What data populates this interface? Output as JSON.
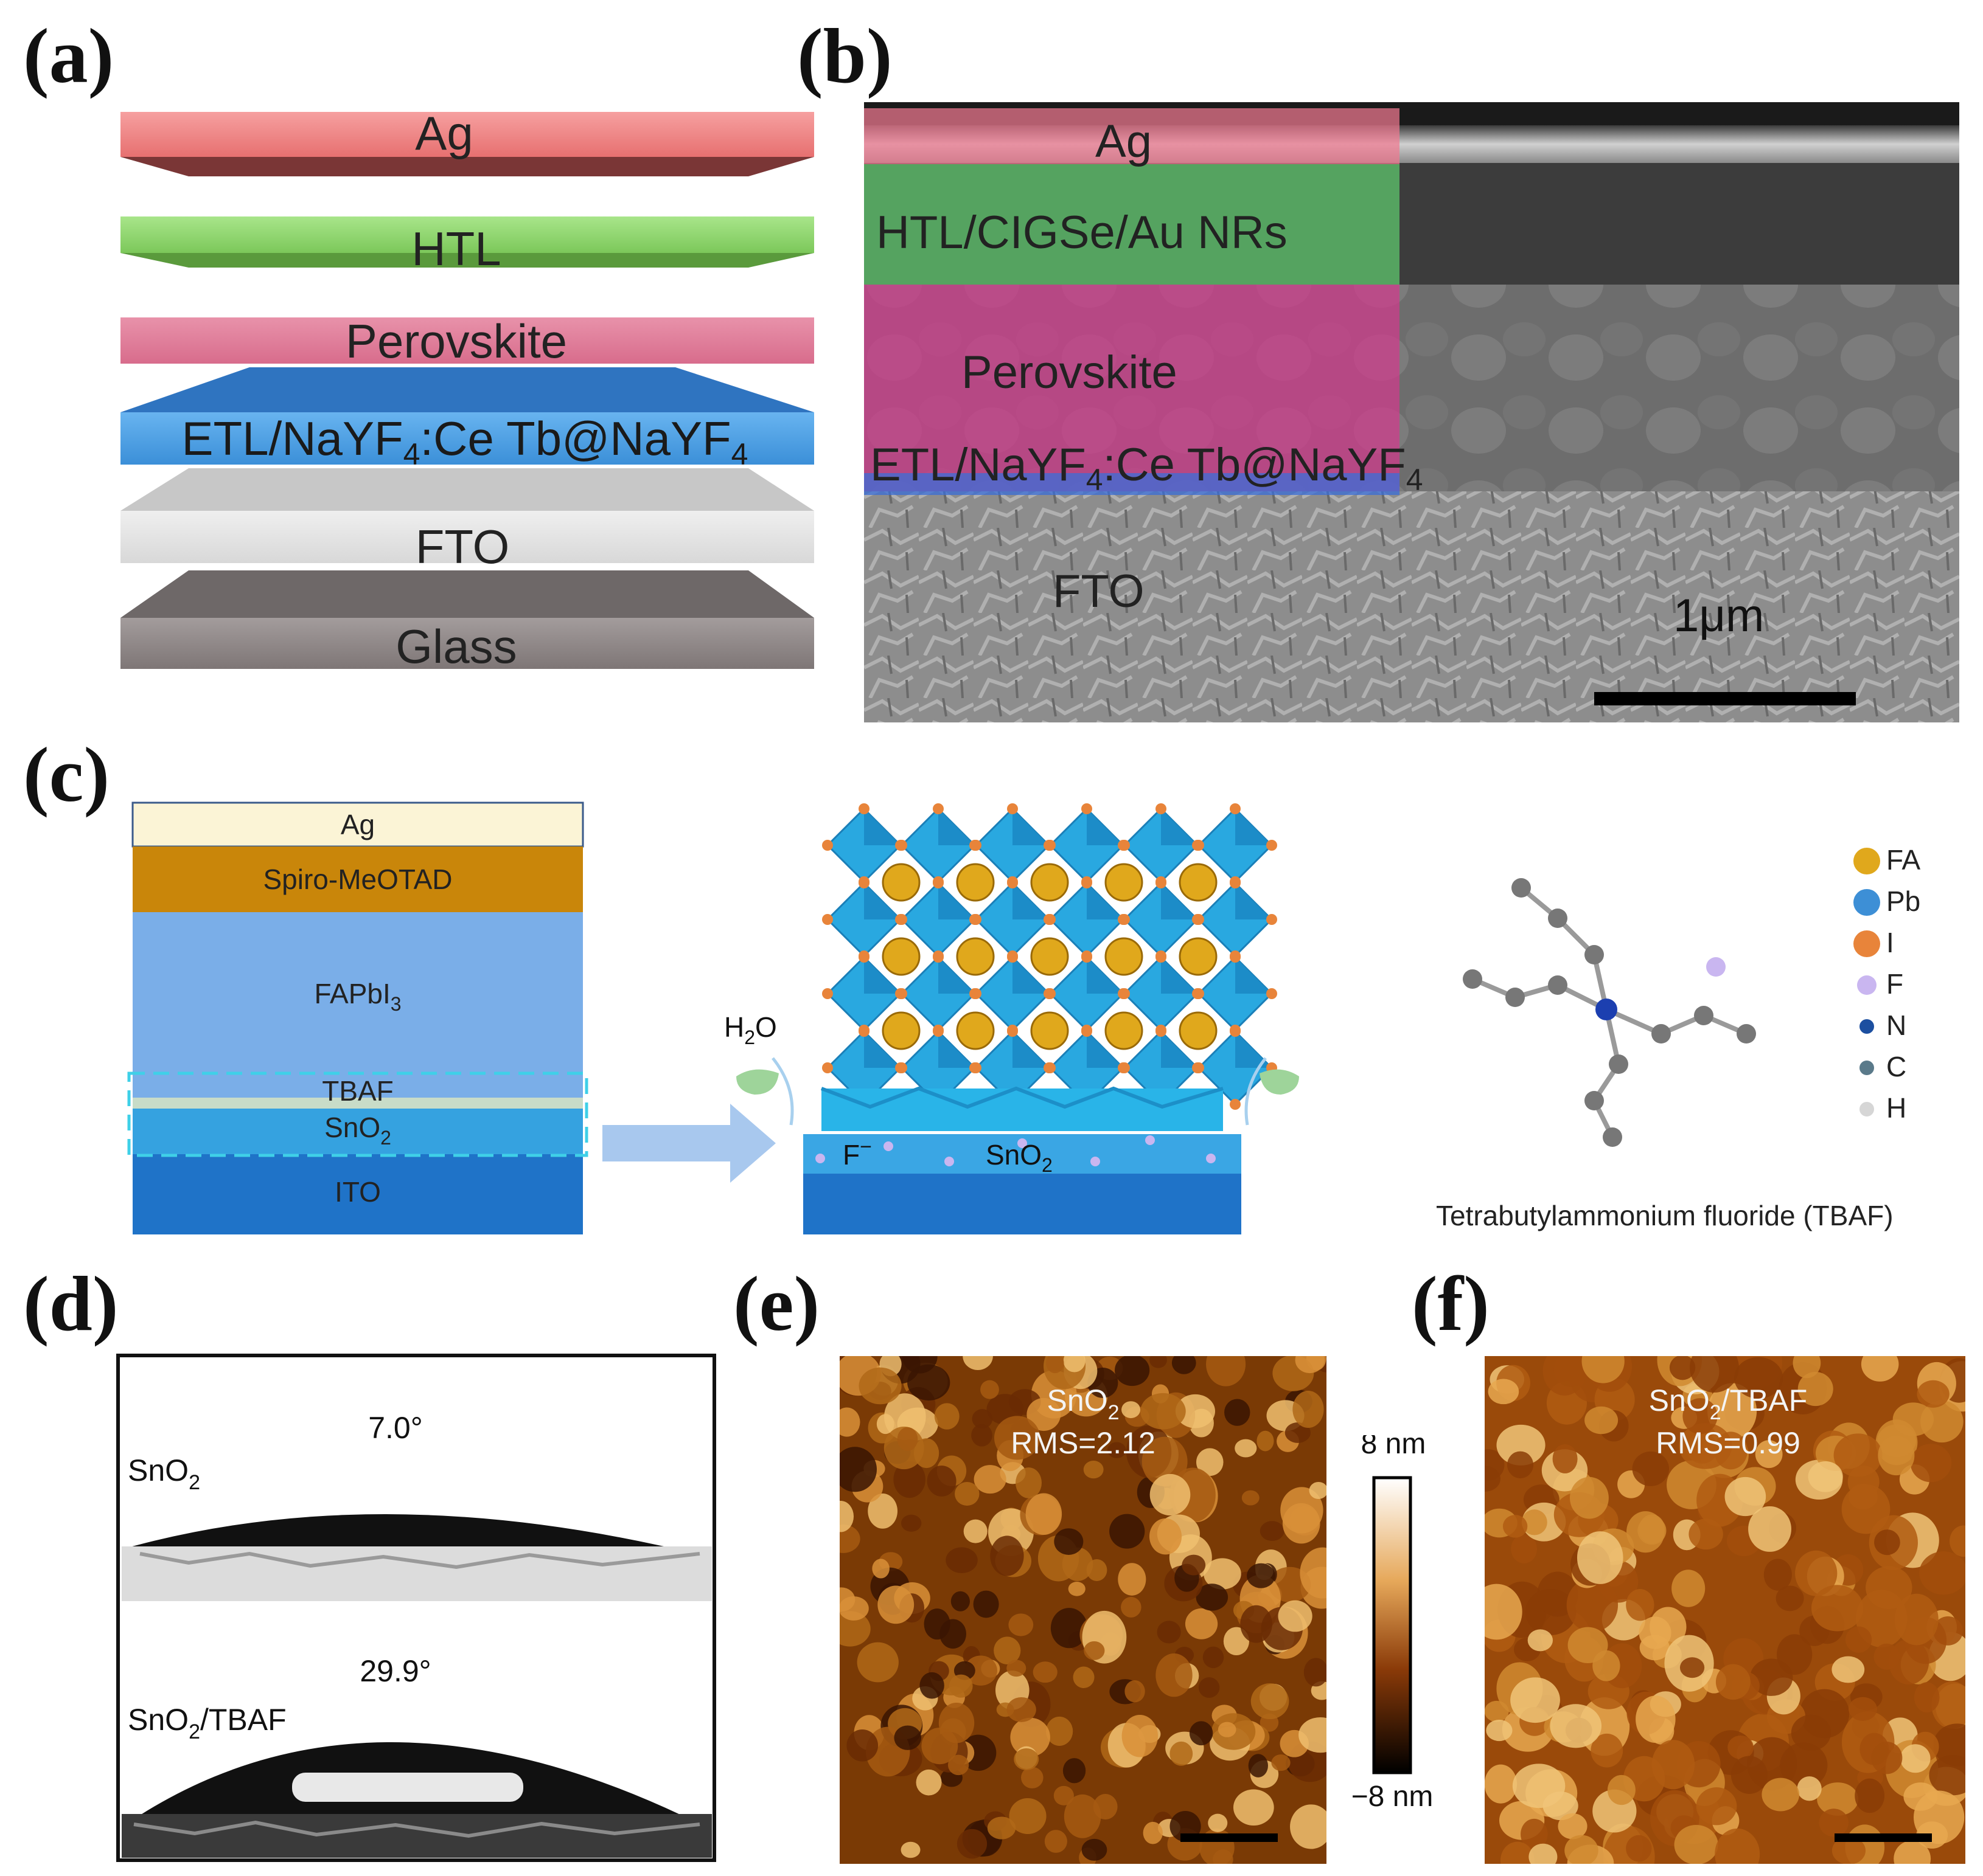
{
  "panels": {
    "a": {
      "label": "(a)",
      "layers": {
        "ag": "Ag",
        "htl": "HTL",
        "perovskite": "Perovskite",
        "etl": "ETL/NaYF",
        "etl_sub1": "4",
        "etl_mid": ":Ce Tb@NaYF",
        "etl_sub2": "4",
        "fto": "FTO",
        "glass": "Glass"
      },
      "colors": {
        "ag": "#f08080",
        "htl": "#8ed26a",
        "perovskite": "#e07a9a",
        "etl": "#4a9be0",
        "fto": "#d6d6d6",
        "glass": "#8c8484"
      }
    },
    "b": {
      "label": "(b)",
      "layers": {
        "ag": "Ag",
        "htl": "HTL/CIGSe/Au NRs",
        "perovskite": "Perovskite",
        "etl": "ETL/NaYF",
        "etl_sub1": "4",
        "etl_mid": ":Ce Tb@NaYF",
        "etl_sub2": "4",
        "fto": "FTO"
      },
      "scale_bar": "1μm"
    },
    "c": {
      "label": "(c)",
      "stack": {
        "ag": "Ag",
        "spiro": "Spiro-MeOTAD",
        "fapbi": "FAPbI",
        "fapbi_sub": "3",
        "tbaf": "TBAF",
        "sno": "SnO",
        "sno_sub": "2",
        "ito": "ITO"
      },
      "interface": {
        "h2o": "H",
        "h2o_sub": "2",
        "h2o_end": "O",
        "f_ion": "F",
        "f_sup": "−",
        "sno": "SnO",
        "sno_sub": "2"
      },
      "legend": [
        {
          "key": "FA",
          "color": "#e0a81c"
        },
        {
          "key": "Pb",
          "color": "#3d8fd6"
        },
        {
          "key": "I",
          "color": "#e8843a"
        },
        {
          "key": "F",
          "color": "#c9b6f0"
        },
        {
          "key": "N",
          "color": "#1c4fa0"
        },
        {
          "key": "C",
          "color": "#5a7a8a"
        },
        {
          "key": "H",
          "color": "#d6d6d6"
        }
      ],
      "molecule_caption": "Tetrabutylammonium fluoride (TBAF)"
    },
    "d": {
      "label": "(d)",
      "top": {
        "angle": "7.0°",
        "sample": "SnO",
        "sample_sub": "2"
      },
      "bottom": {
        "angle": "29.9°",
        "sample": "SnO",
        "sample_sub": "2",
        "sample_end": "/TBAF"
      }
    },
    "e": {
      "label": "(e)",
      "title": "SnO",
      "title_sub": "2",
      "rms": "RMS=2.12"
    },
    "colorbar": {
      "max": "8 nm",
      "min": "−8 nm"
    },
    "f": {
      "label": "(f)",
      "title": "SnO",
      "title_sub": "2",
      "title_end": "/TBAF",
      "rms": "RMS=0.99"
    }
  }
}
